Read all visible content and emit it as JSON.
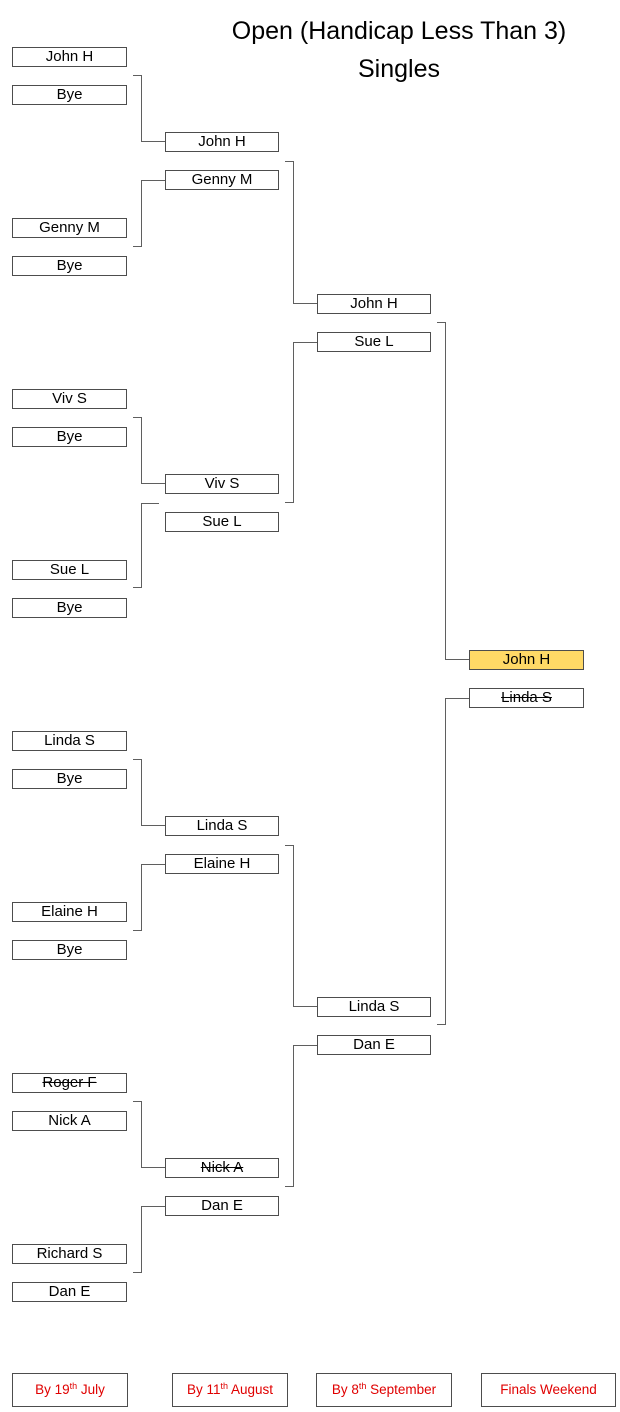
{
  "title": {
    "line1": "Open (Handicap Less Than 3)",
    "line2": "Singles"
  },
  "bracket": {
    "round1": [
      {
        "name": "John H",
        "struck": false
      },
      {
        "name": "Bye",
        "struck": false
      },
      {
        "name": "Genny M",
        "struck": false
      },
      {
        "name": "Bye",
        "struck": false
      },
      {
        "name": "Viv S",
        "struck": false
      },
      {
        "name": "Bye",
        "struck": false
      },
      {
        "name": "Sue L",
        "struck": false
      },
      {
        "name": "Bye",
        "struck": false
      },
      {
        "name": "Linda S",
        "struck": false
      },
      {
        "name": "Bye",
        "struck": false
      },
      {
        "name": "Elaine H",
        "struck": false
      },
      {
        "name": "Bye",
        "struck": false
      },
      {
        "name": "Roger F",
        "struck": true
      },
      {
        "name": "Nick A",
        "struck": false
      },
      {
        "name": "Richard S",
        "struck": false
      },
      {
        "name": "Dan E",
        "struck": false
      }
    ],
    "round2": [
      {
        "name": "John H",
        "struck": false
      },
      {
        "name": "Genny M",
        "struck": false
      },
      {
        "name": "Viv S",
        "struck": false
      },
      {
        "name": "Sue L",
        "struck": false
      },
      {
        "name": "Linda S",
        "struck": false
      },
      {
        "name": "Elaine H",
        "struck": false
      },
      {
        "name": "Nick A",
        "struck": true
      },
      {
        "name": "Dan E",
        "struck": false
      }
    ],
    "round3": [
      {
        "name": "John H",
        "struck": false
      },
      {
        "name": "Sue L",
        "struck": false
      },
      {
        "name": "Linda S",
        "struck": false
      },
      {
        "name": "Dan E",
        "struck": false
      }
    ],
    "final": [
      {
        "name": "John H",
        "struck": false,
        "winner": true
      },
      {
        "name": "Linda S",
        "struck": true,
        "winner": false
      }
    ]
  },
  "deadlines": [
    {
      "prefix": "By 19",
      "sup": "th",
      "suffix": " July"
    },
    {
      "prefix": "By 11",
      "sup": "th",
      "suffix": " August"
    },
    {
      "prefix": "By 8",
      "sup": "th",
      "suffix": " September"
    },
    {
      "prefix": "Finals Weekend",
      "sup": "",
      "suffix": ""
    }
  ],
  "colors": {
    "winner_fill": "#ffd966",
    "deadline_text": "#e00000"
  }
}
